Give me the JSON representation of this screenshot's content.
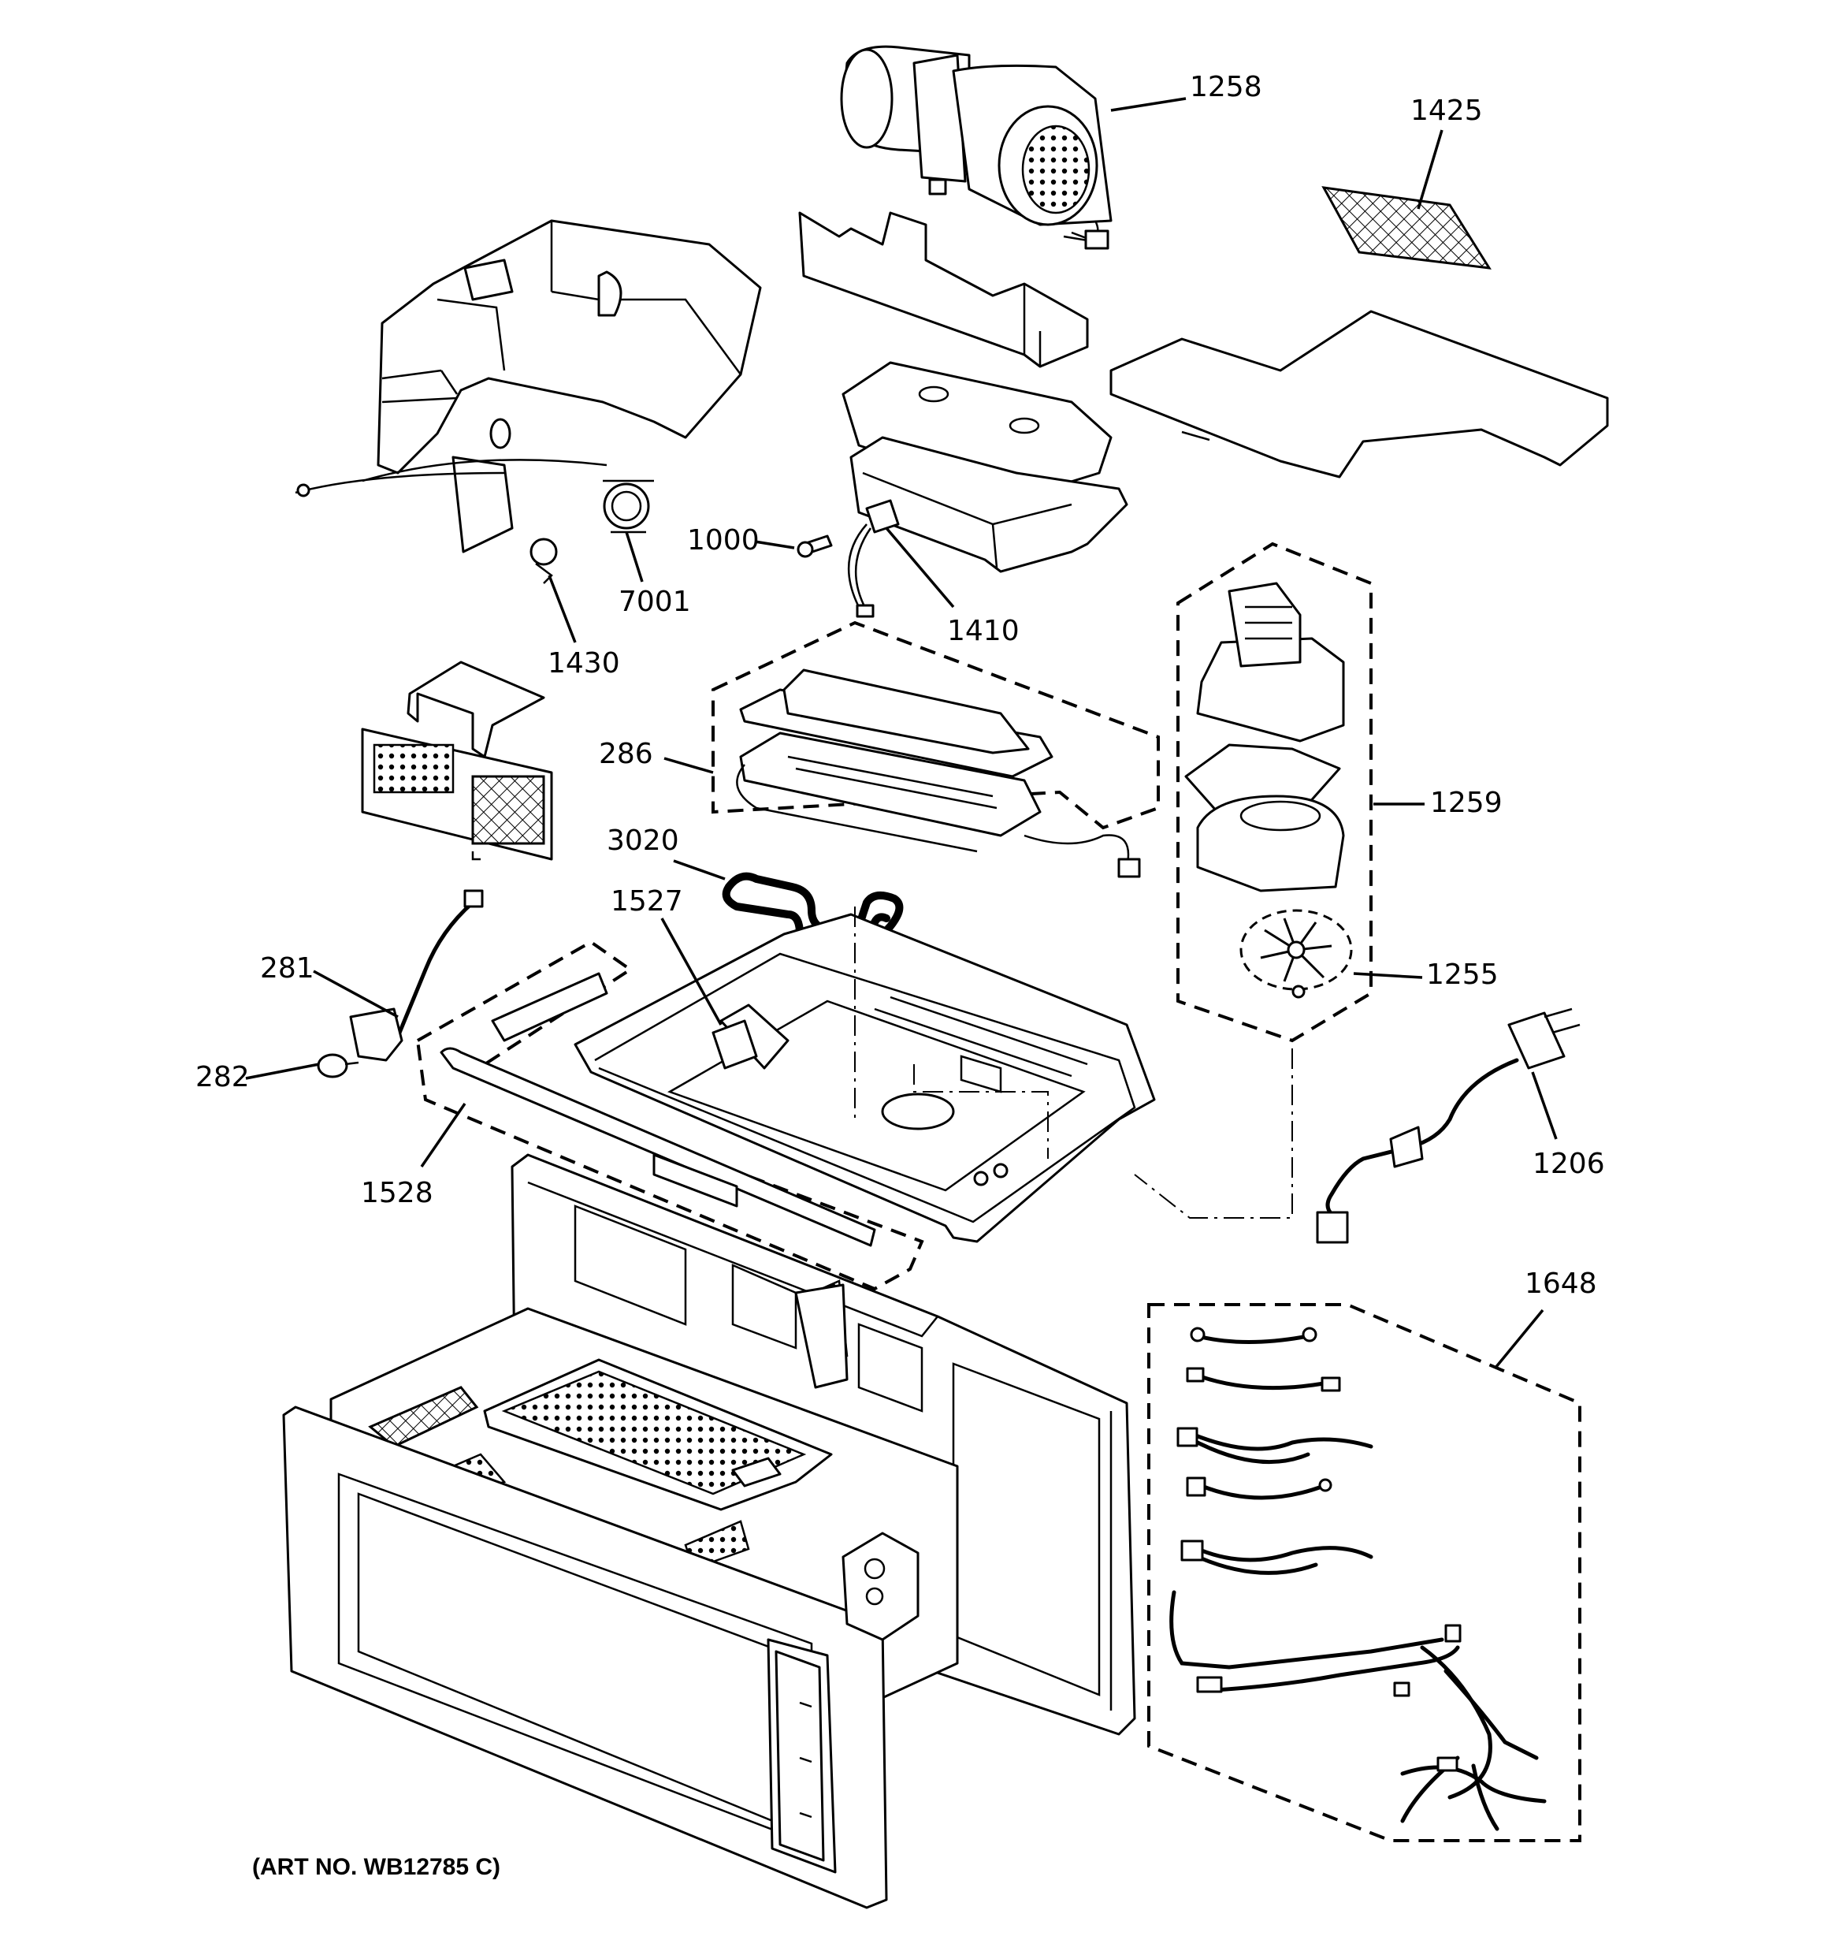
{
  "diagram": {
    "art_number": "(ART NO. WB12785 C)",
    "callouts": [
      {
        "id": "c1258",
        "label": "1258"
      },
      {
        "id": "c1425",
        "label": "1425"
      },
      {
        "id": "c1000",
        "label": "1000"
      },
      {
        "id": "c7001",
        "label": "7001"
      },
      {
        "id": "c1410",
        "label": "1410"
      },
      {
        "id": "c1430",
        "label": "1430"
      },
      {
        "id": "c286",
        "label": "286"
      },
      {
        "id": "c1259",
        "label": "1259"
      },
      {
        "id": "c3020",
        "label": "3020"
      },
      {
        "id": "c1527",
        "label": "1527"
      },
      {
        "id": "c281",
        "label": "281"
      },
      {
        "id": "c1255",
        "label": "1255"
      },
      {
        "id": "c282",
        "label": "282"
      },
      {
        "id": "c1206",
        "label": "1206"
      },
      {
        "id": "c1528",
        "label": "1528"
      },
      {
        "id": "c1648",
        "label": "1648"
      }
    ]
  }
}
